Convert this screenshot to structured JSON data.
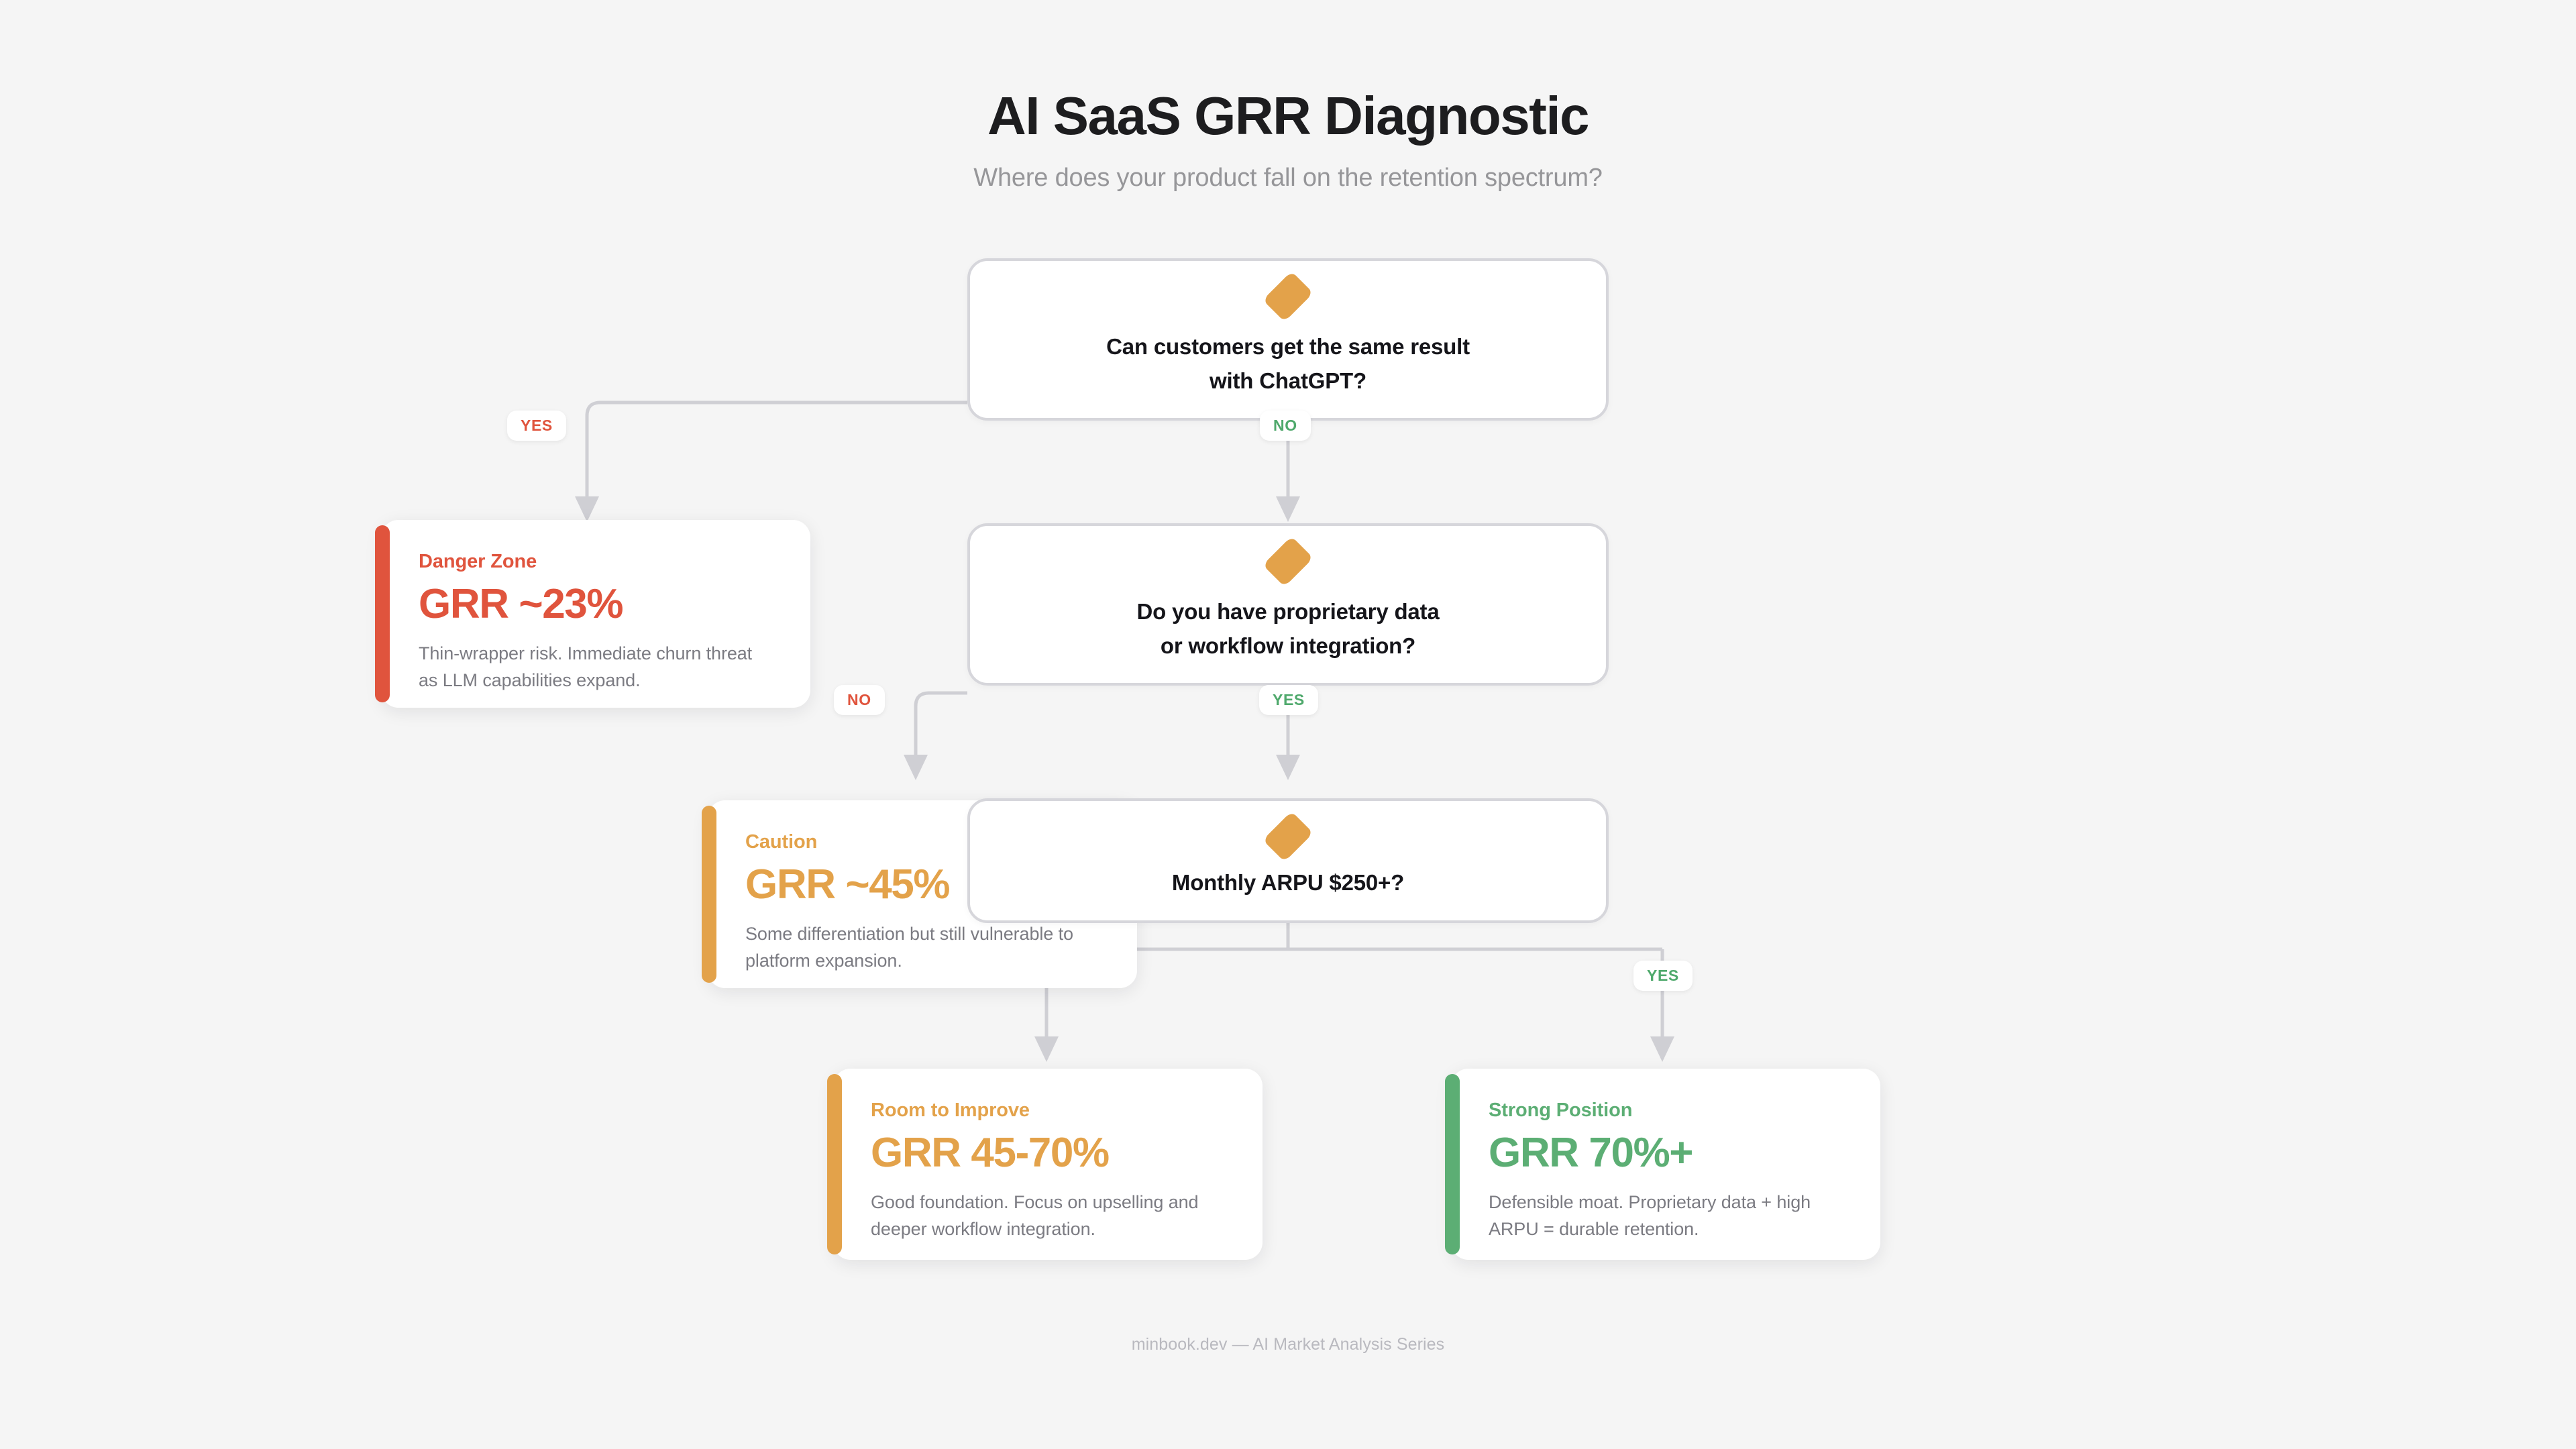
{
  "header": {
    "title": "AI SaaS GRR Diagnostic",
    "subtitle": "Where does your product fall on the retention spectrum?"
  },
  "footer": {
    "text": "minbook.dev — AI Market Analysis Series"
  },
  "colors": {
    "background": "#f5f5f5",
    "diamond": "#e3a24a",
    "connector": "#cfcfd4",
    "node_border": "#d6d6db",
    "danger": "#e0543d",
    "caution": "#e3a24a",
    "improve": "#e3a24a",
    "strong": "#5cae74",
    "yes_green": "#4fa96c",
    "no_red": "#e0543d",
    "body_text": "#7b7b82",
    "title_text": "#1d1d1f",
    "subtitle_text": "#969699",
    "footer_text": "#b9b9bf"
  },
  "nodes": [
    {
      "id": "q1",
      "icon": "diamond-icon",
      "line1": "Can customers get the same result",
      "line2": "with ChatGPT?"
    },
    {
      "id": "q2",
      "icon": "diamond-icon",
      "line1": "Do you have proprietary data",
      "line2": "or workflow integration?"
    },
    {
      "id": "q3",
      "icon": "diamond-icon",
      "line1": "Monthly ARPU $250+?",
      "line2": ""
    }
  ],
  "edge_labels": [
    {
      "id": "q1-yes",
      "text": "YES",
      "tone": "red"
    },
    {
      "id": "q1-no",
      "text": "NO",
      "tone": "green"
    },
    {
      "id": "q2-no",
      "text": "NO",
      "tone": "red"
    },
    {
      "id": "q2-yes",
      "text": "YES",
      "tone": "green"
    },
    {
      "id": "q3-yes",
      "text": "YES",
      "tone": "green"
    }
  ],
  "outcomes": [
    {
      "id": "danger-zone",
      "label": "Danger Zone",
      "value": "GRR ~23%",
      "desc": "Thin-wrapper risk. Immediate churn threat as LLM capabilities expand.",
      "accent": "#e0543d"
    },
    {
      "id": "caution",
      "label": "Caution",
      "value": "GRR ~45%",
      "desc": "Some differentiation but still vulnerable to platform expansion.",
      "accent": "#e3a24a"
    },
    {
      "id": "room-to-improve",
      "label": "Room to Improve",
      "value": "GRR 45-70%",
      "desc": "Good foundation. Focus on upselling and deeper workflow integration.",
      "accent": "#e3a24a"
    },
    {
      "id": "strong-position",
      "label": "Strong Position",
      "value": "GRR 70%+",
      "desc": "Defensible moat. Proprietary data + high ARPU = durable retention.",
      "accent": "#5cae74"
    }
  ]
}
